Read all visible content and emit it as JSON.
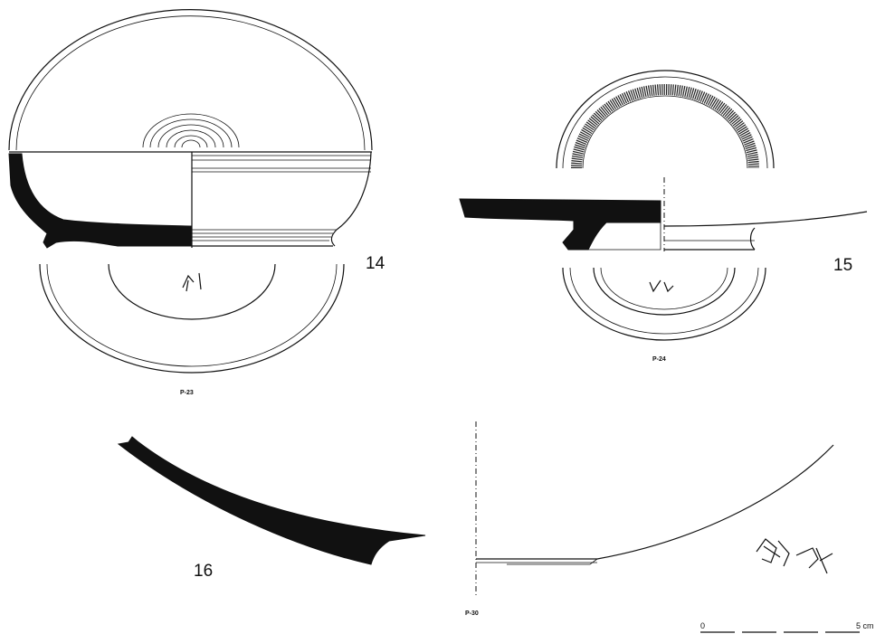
{
  "plate": {
    "vessels": [
      {
        "id": "14",
        "number": "14",
        "inventory": "P-23"
      },
      {
        "id": "15",
        "number": "15",
        "inventory": "P-24"
      },
      {
        "id": "16",
        "number": "16",
        "inventory": "P-30"
      }
    ],
    "scale_bar": {
      "start": "0",
      "end": "5 cm"
    }
  }
}
